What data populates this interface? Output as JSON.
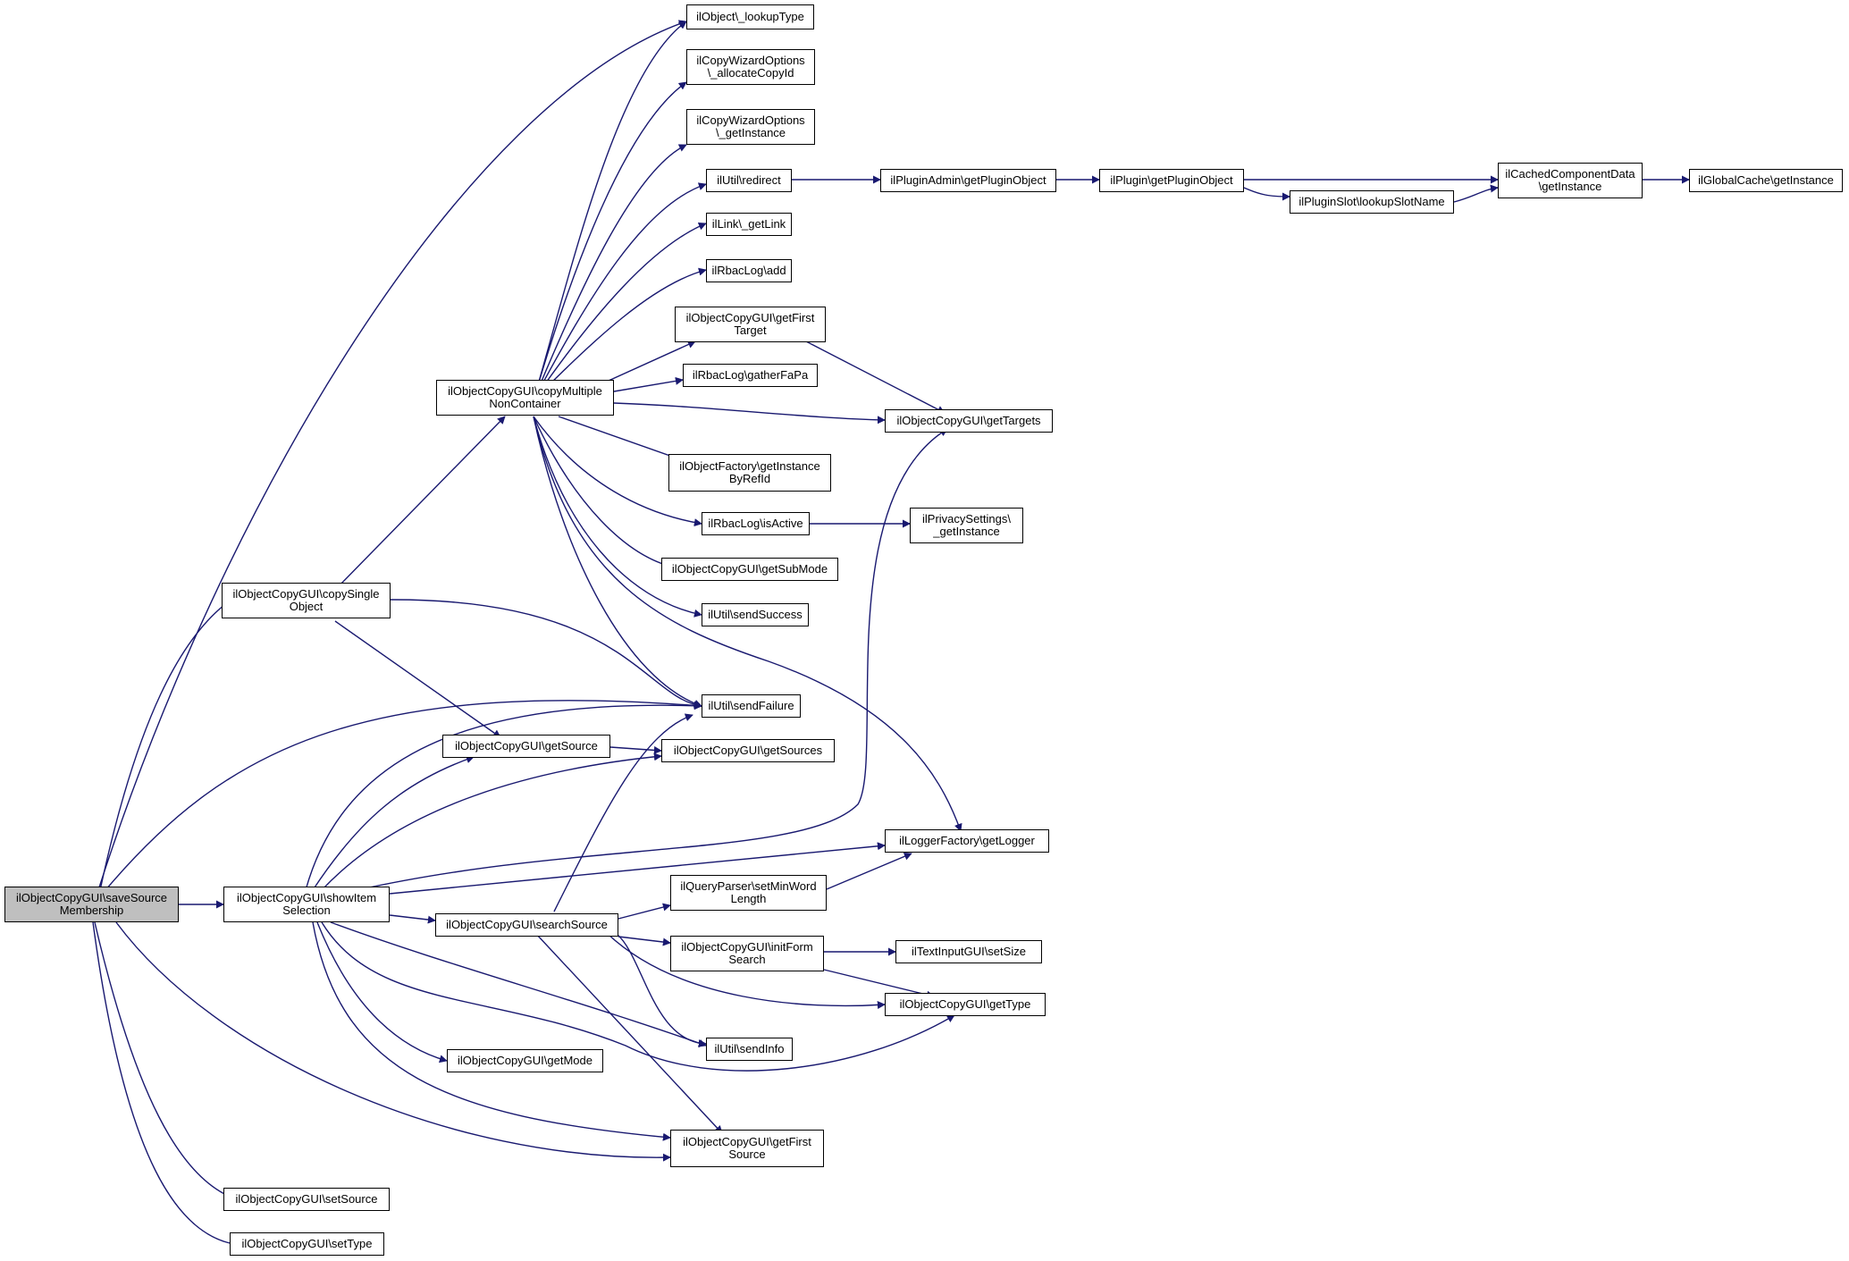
{
  "colors": {
    "edge": "#191970",
    "node_border": "#000000",
    "node_fill": "#ffffff",
    "root_fill": "#bfbfbf",
    "text": "#000000"
  },
  "nodes": {
    "saveSourceMembership": "ilObjectCopyGUI\\saveSource\nMembership",
    "lookupType": "ilObject\\_lookupType",
    "allocateCopyId": "ilCopyWizardOptions\n\\_allocateCopyId",
    "cwoGetInstance": "ilCopyWizardOptions\n\\_getInstance",
    "redirect": "ilUtil\\redirect",
    "getLink": "ilLink\\_getLink",
    "rbacAdd": "ilRbacLog\\add",
    "getFirstTarget": "ilObjectCopyGUI\\getFirst\nTarget",
    "gatherFaPa": "ilRbacLog\\gatherFaPa",
    "copyMultiple": "ilObjectCopyGUI\\copyMultiple\nNonContainer",
    "getTargets": "ilObjectCopyGUI\\getTargets",
    "getInstanceByRefId": "ilObjectFactory\\getInstance\nByRefId",
    "isActive": "ilRbacLog\\isActive",
    "privacyGetInstance": "ilPrivacySettings\\\n_getInstance",
    "getSubMode": "ilObjectCopyGUI\\getSubMode",
    "sendSuccess": "ilUtil\\sendSuccess",
    "copySingle": "ilObjectCopyGUI\\copySingle\nObject",
    "sendFailure": "ilUtil\\sendFailure",
    "getSource": "ilObjectCopyGUI\\getSource",
    "getSources": "ilObjectCopyGUI\\getSources",
    "getLogger": "ilLoggerFactory\\getLogger",
    "setMinWordLength": "ilQueryParser\\setMinWord\nLength",
    "showItemSelection": "ilObjectCopyGUI\\showItem\nSelection",
    "searchSource": "ilObjectCopyGUI\\searchSource",
    "initFormSearch": "ilObjectCopyGUI\\initForm\nSearch",
    "setSize": "ilTextInputGUI\\setSize",
    "getType": "ilObjectCopyGUI\\getType",
    "sendInfo": "ilUtil\\sendInfo",
    "getMode": "ilObjectCopyGUI\\getMode",
    "getFirstSource": "ilObjectCopyGUI\\getFirst\nSource",
    "setSource": "ilObjectCopyGUI\\setSource",
    "setType": "ilObjectCopyGUI\\setType",
    "pluginAdmin": "ilPluginAdmin\\getPluginObject",
    "pluginGet": "ilPlugin\\getPluginObject",
    "lookupSlotName": "ilPluginSlot\\lookupSlotName",
    "cachedGetInstance": "ilCachedComponentData\n\\getInstance",
    "globalCache": "ilGlobalCache\\getInstance"
  }
}
